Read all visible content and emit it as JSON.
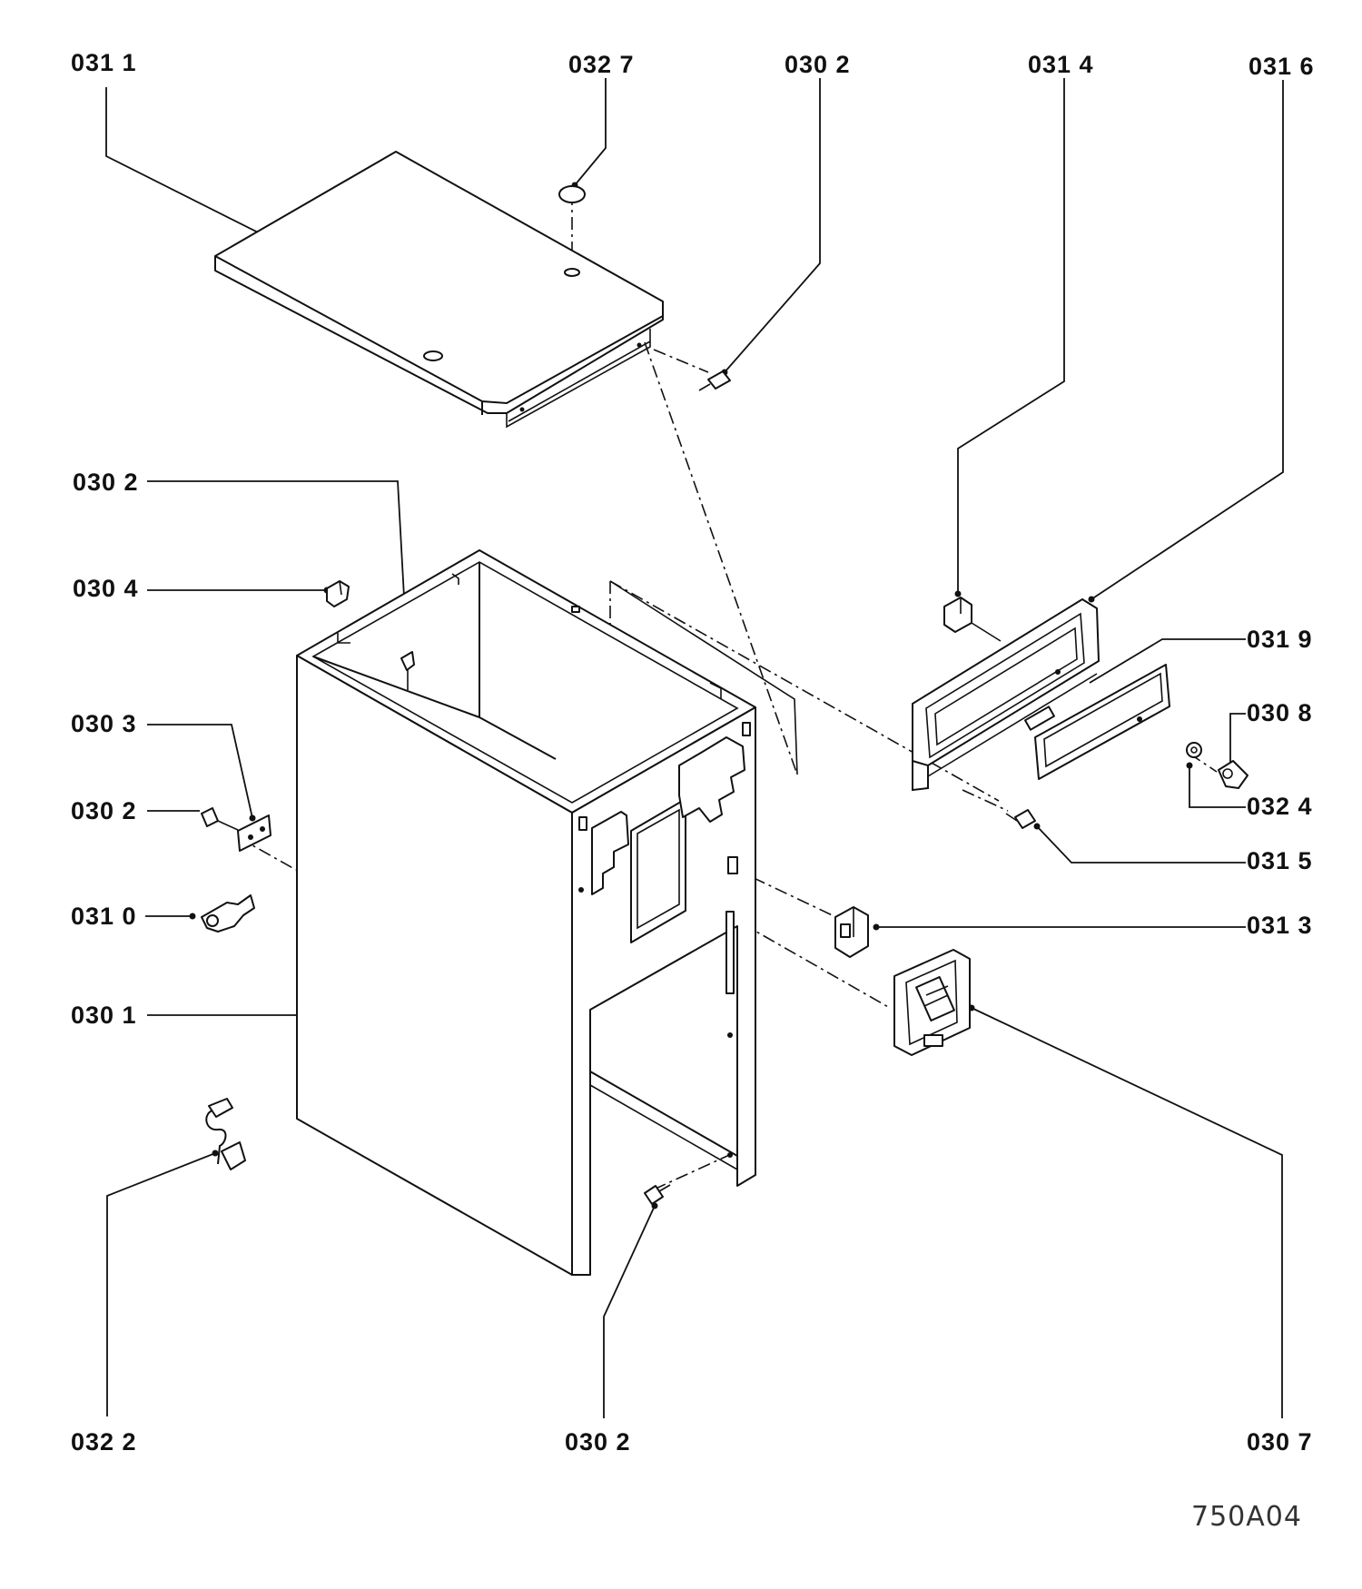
{
  "diagram": {
    "drawing_code": "750A04",
    "callouts": {
      "c_0311": "031 1",
      "c_0327": "032 7",
      "c_0302_top": "030 2",
      "c_0314": "031 4",
      "c_0316": "031 6",
      "c_0302_left1": "030 2",
      "c_0304": "030 4",
      "c_0303": "030 3",
      "c_0302_left2": "030 2",
      "c_0310": "031 0",
      "c_0301": "030 1",
      "c_0319": "031 9",
      "c_0308": "030 8",
      "c_0324": "032 4",
      "c_0315": "031 5",
      "c_0313": "031 3",
      "c_0322": "032 2",
      "c_0302_bottom": "030 2",
      "c_0307": "030 7"
    }
  }
}
